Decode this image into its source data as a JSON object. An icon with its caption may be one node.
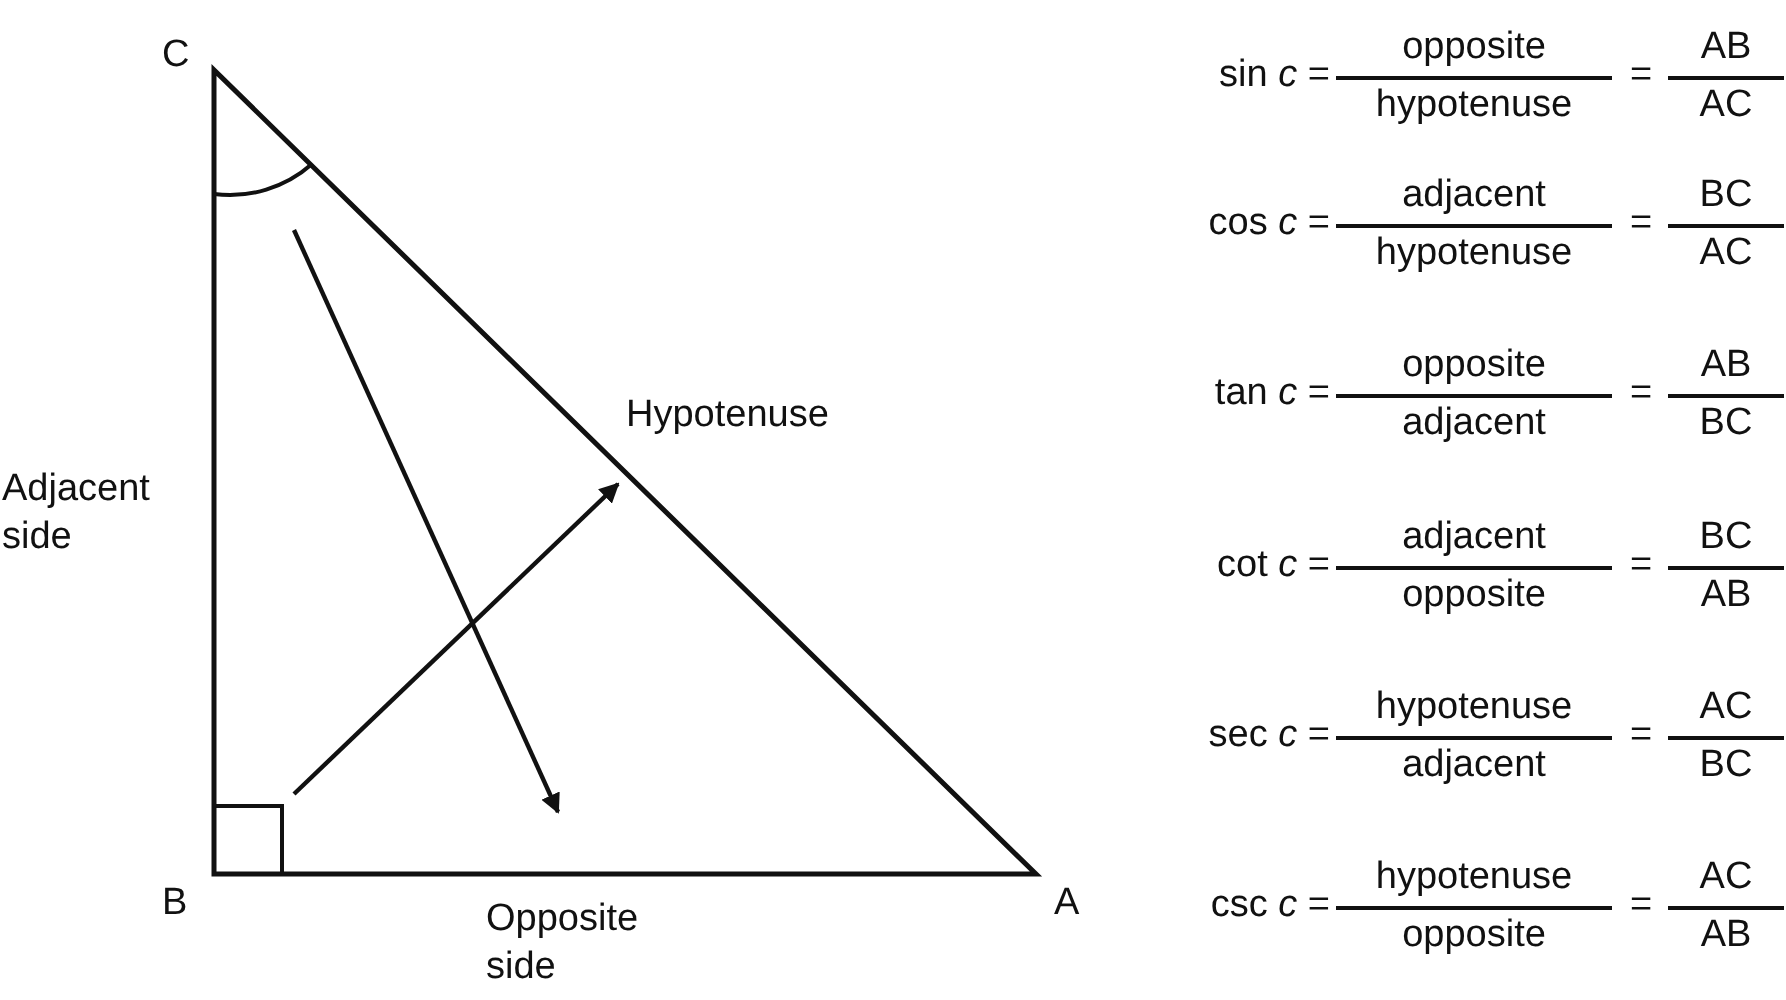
{
  "diagram": {
    "labels": [
      "C",
      "B",
      "A",
      "Hypotenuse",
      "Adjacent side",
      "Opposite side",
      "sin *c* =",
      "opposite",
      "hypotenuse",
      "=",
      "AB",
      "AC",
      "cos *c* =",
      "adjacent",
      "hypotenuse",
      "=",
      "BC",
      "AC",
      "tan *c* =",
      "opposite",
      "adjacent",
      "=",
      "AB",
      "BC",
      "cot *c* =",
      "adjacent",
      "opposite",
      "=",
      "BC",
      "AB",
      "sec *c* =",
      "hypotenuse",
      "adjacent",
      "=",
      "AC",
      "BC",
      "csc *c* =",
      "hypotenuse",
      "opposite",
      "=",
      "AC",
      "AB"
    ]
  }
}
